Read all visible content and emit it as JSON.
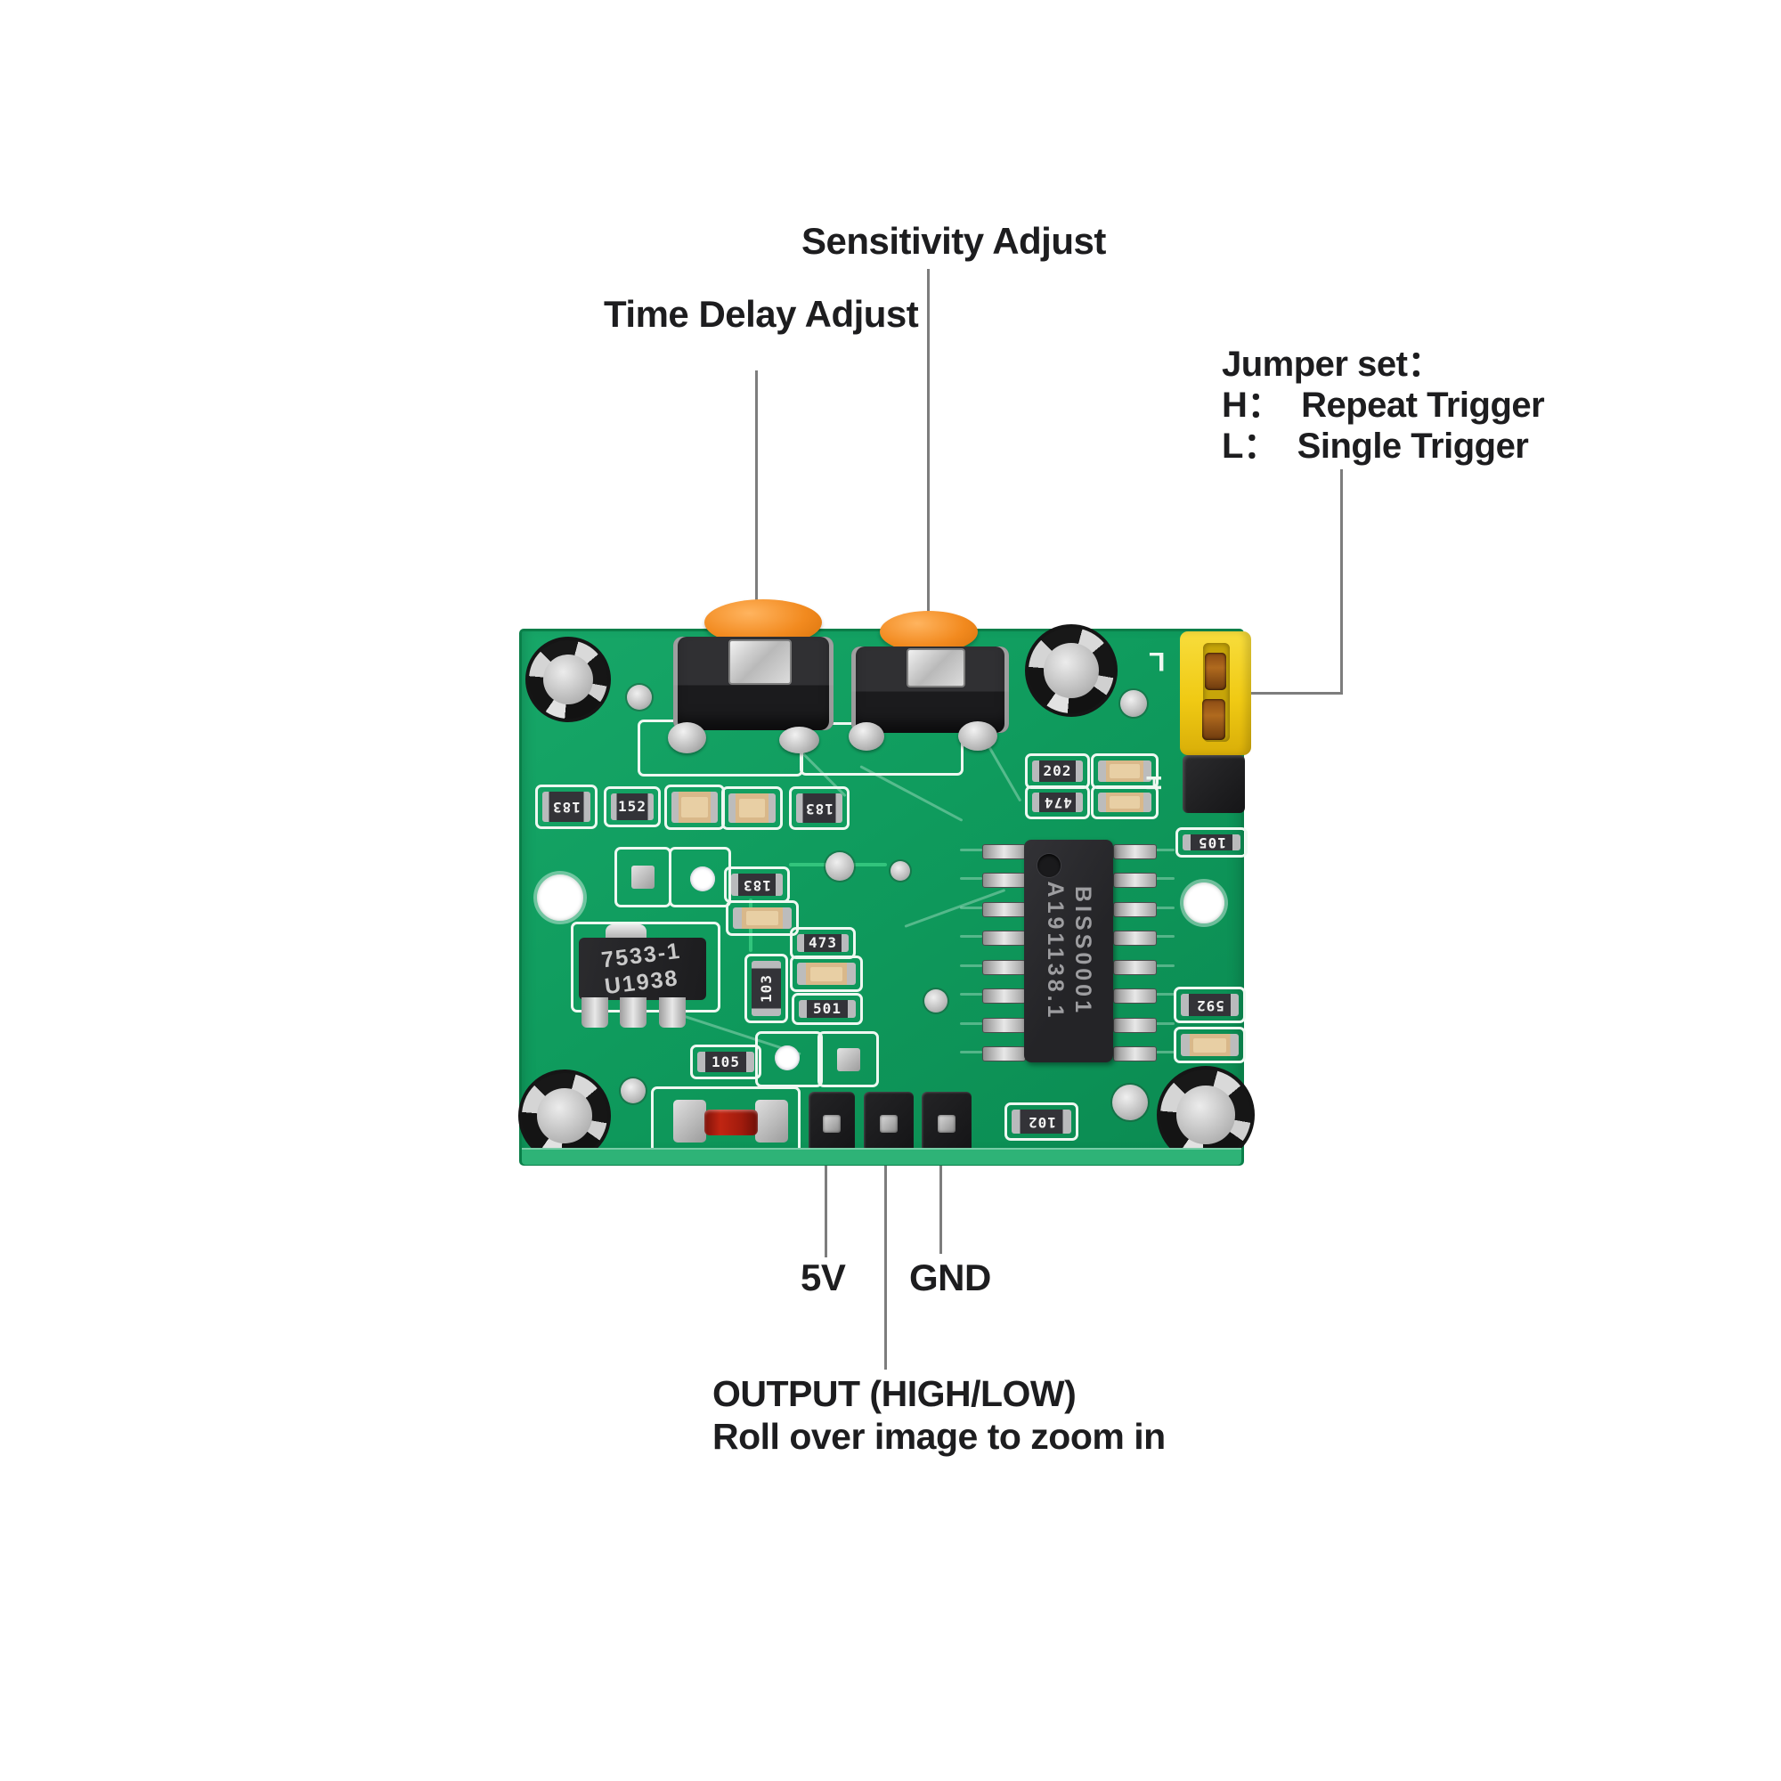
{
  "annotations": {
    "sensitivity_adjust": "Sensitivity Adjust",
    "time_delay_adjust": "Time Delay Adjust",
    "jumper_title": "Jumper set：",
    "jumper_h": "H：  Repeat Trigger",
    "jumper_l": "L：  Single Trigger",
    "pin_5v": "5V",
    "pin_gnd": "GND",
    "output_label": "OUTPUT (HIGH/LOW)",
    "rollover_hint": "Roll over image to zoom in"
  },
  "board": {
    "ic": {
      "marking_line1": "BISS0001",
      "marking_line2": "A191138.1"
    },
    "regulator": {
      "marking_line1": "7533-1",
      "marking_line2": "U1938"
    },
    "silkscreen_letters": {
      "letter_l": "L",
      "letter_h": "H"
    },
    "smd_labels": [
      "183",
      "152",
      "183",
      "202",
      "474",
      "105",
      "183",
      "473",
      "501",
      "103",
      "105",
      "592",
      "102"
    ]
  },
  "colors": {
    "pcb_green": "#0f9b5d",
    "knob_orange": "#f08a1e",
    "jumper_yellow": "#f2cd1e",
    "leader_line_gray": "#7d7d7d",
    "background": "#ffffff"
  }
}
